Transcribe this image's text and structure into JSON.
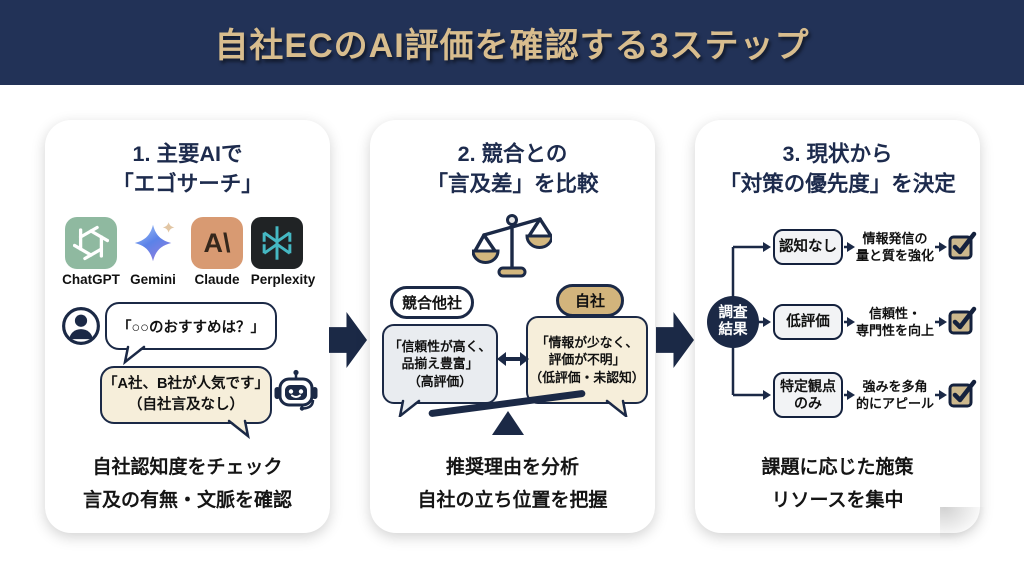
{
  "header": {
    "title": "自社ECのAI評価を確認する3ステップ"
  },
  "steps": [
    {
      "title_line1": "1. 主要AIで",
      "title_line2": "「エゴサーチ」",
      "ai_logos": [
        {
          "name": "ChatGPT"
        },
        {
          "name": "Gemini"
        },
        {
          "name": "Claude"
        },
        {
          "name": "Perplexity"
        }
      ],
      "claude_glyph": "A\\",
      "user_bubble": "「○○のおすすめは？」",
      "ai_bubble_line1": "「A社、B社が人気です」",
      "ai_bubble_line2": "（自社言及なし）",
      "summary_line1": "自社認知度をチェック",
      "summary_line2": "言及の有無・文脈を確認"
    },
    {
      "title_line1": "2. 競合との",
      "title_line2": "「言及差」を比較",
      "competitor_label": "競合他社",
      "own_label": "自社",
      "competitor_bubble_line1": "「信頼性が高く、",
      "competitor_bubble_line2": "品揃え豊富」",
      "competitor_bubble_line3": "（高評価）",
      "own_bubble_line1": "「情報が少なく、",
      "own_bubble_line2": "評価が不明」",
      "own_bubble_line3": "（低評価・未認知）",
      "summary_line1": "推奨理由を分析",
      "summary_line2": "自社の立ち位置を把握"
    },
    {
      "title_line1": "3. 現状から",
      "title_line2": "「対策の優先度」を決定",
      "source_line1": "調査",
      "source_line2": "結果",
      "branches": [
        {
          "condition": "認知なし",
          "action_line1": "情報発信の",
          "action_line2": "量と質を強化"
        },
        {
          "condition": "低評価",
          "action_line1": "信頼性・",
          "action_line2": "専門性を向上"
        },
        {
          "condition": "特定観点のみ",
          "action_line1": "強みを多角",
          "action_line2": "的にアピール"
        }
      ],
      "summary_line1": "課題に応じた施策",
      "summary_line2": "リソースを集中"
    }
  ],
  "colors": {
    "header_bg": "#223257",
    "title_gold": "#d8bd8e",
    "accent_navy": "#1b2946",
    "gold_fill": "#d2b47c",
    "cream": "#f6eeda",
    "light_gray": "#e9ecf0",
    "chatgpt_green": "#8fb9a0",
    "claude_salmon": "#d89a72",
    "perplexity_dark": "#202325",
    "perplexity_teal": "#45b8c3"
  }
}
